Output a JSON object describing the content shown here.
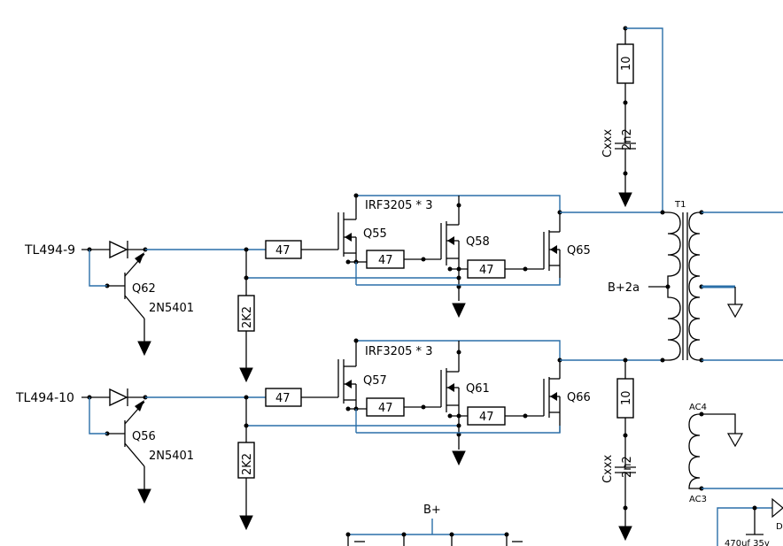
{
  "inputs": {
    "top": "TL494-9",
    "bottom": "TL494-10"
  },
  "transistors": {
    "q62": "Q62",
    "q56": "Q56",
    "part": "2N5401",
    "q55": "Q55",
    "q58": "Q58",
    "q65": "Q65",
    "q57": "Q57",
    "q61": "Q61",
    "q66": "Q66",
    "mosfet_group": "IRF3205 * 3"
  },
  "resistors": {
    "r47": "47",
    "r2k2": "2K2",
    "r10": "10"
  },
  "capacitors": {
    "cxxx": "Cxxx",
    "c2n2": "2n2",
    "c470": "470uf 35v"
  },
  "transformer": {
    "name": "T1",
    "tap": "B+2a"
  },
  "aux": {
    "ac4": "AC4",
    "ac3": "AC3",
    "bplus": "B+",
    "d": "D"
  }
}
